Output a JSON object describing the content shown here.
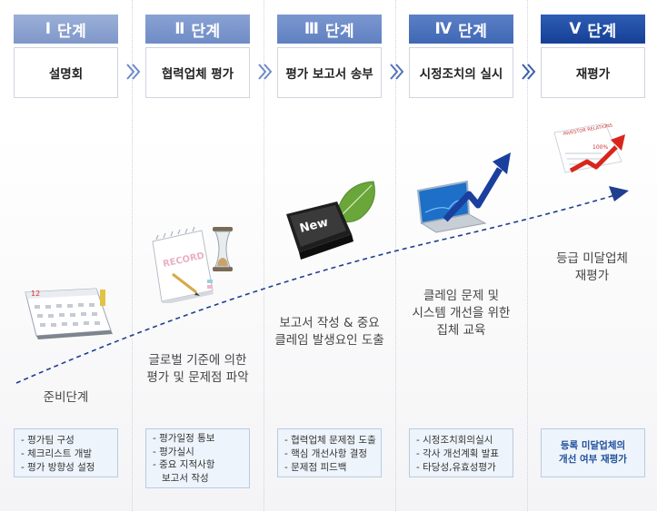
{
  "stages": [
    {
      "roman": "Ⅰ",
      "unit": "단계",
      "title": "설명회",
      "desc": [
        "준비단계"
      ],
      "notes": [
        "- 평가팀 구성",
        "- 체크리스트 개발",
        "- 평가 방향성 설정"
      ]
    },
    {
      "roman": "Ⅱ",
      "unit": "단계",
      "title": "협력업체 평가",
      "desc": [
        "글로벌 기준에 의한",
        "평가 및 문제점 파악"
      ],
      "notes": [
        "- 평가일정 통보",
        "- 평가실시",
        "- 중요 지적사항",
        "보고서 작성"
      ]
    },
    {
      "roman": "Ⅲ",
      "unit": "단계",
      "title": "평가 보고서 송부",
      "desc": [
        "보고서 작성 & 중요",
        "클레임 발생요인 도출"
      ],
      "notes": [
        "- 협력업체 문제점 도출",
        "- 핵심 개선사항 결정",
        "- 문제점 피드백"
      ]
    },
    {
      "roman": "Ⅳ",
      "unit": "단계",
      "title": "시정조치의 실시",
      "desc": [
        "클레임 문제 및",
        "시스템 개선을 위한",
        "집체 교육"
      ],
      "notes": [
        "- 시정조치회의실시",
        "- 각사 개선계획 발표",
        "- 타당성,유효성평가"
      ]
    },
    {
      "roman": "Ⅴ",
      "unit": "단계",
      "title": "재평가",
      "desc": [
        "등급 미달업체",
        "재평가"
      ],
      "notes": [
        "등록 미달업체의",
        "개선 여부 재평가"
      ]
    }
  ],
  "illustrations": {
    "calendar_label": "12",
    "record_label": "RECORD",
    "new_key_label": "New",
    "report_label": "INVESTOR RELATIONS",
    "report_value": "100%"
  },
  "colors": {
    "accent": "#163f96",
    "divider": "#cfd3da",
    "note_bg": "#eef4fb",
    "trend": "#1f3f8f"
  }
}
